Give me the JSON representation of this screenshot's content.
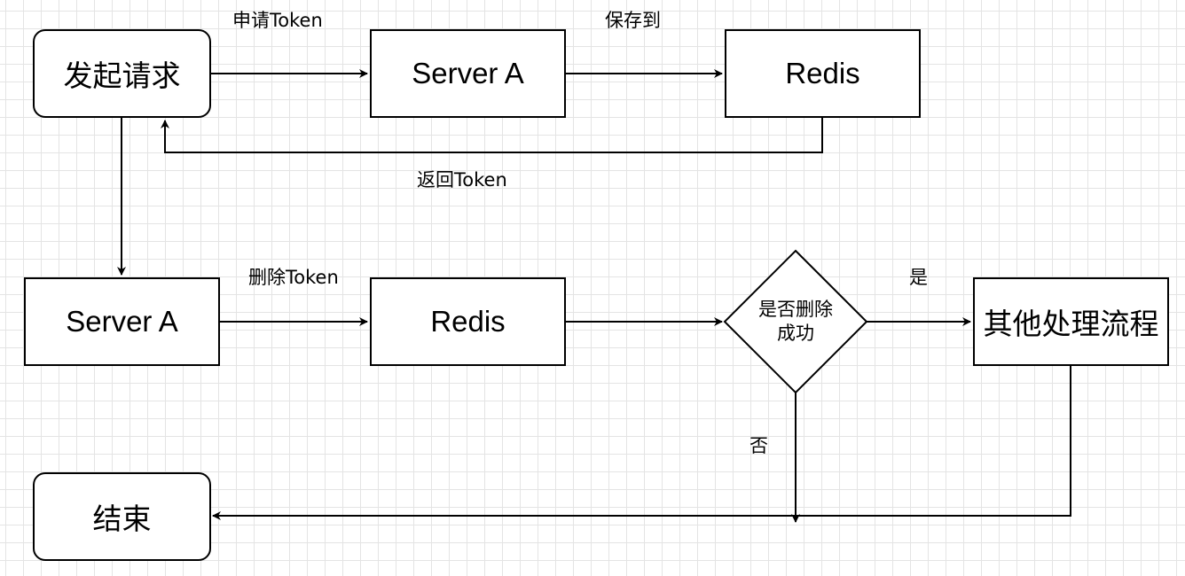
{
  "nodes": {
    "start": "发起请求",
    "server_a_top": "Server A",
    "redis_top": "Redis",
    "server_a_mid": "Server A",
    "redis_mid": "Redis",
    "decision_line1": "是否删除",
    "decision_line2": "成功",
    "other_process": "其他处理流程",
    "end": "结束"
  },
  "edge_labels": {
    "apply_token": "申请Token",
    "save_to": "保存到",
    "return_token": "返回Token",
    "delete_token": "删除Token",
    "yes": "是",
    "no": "否"
  }
}
